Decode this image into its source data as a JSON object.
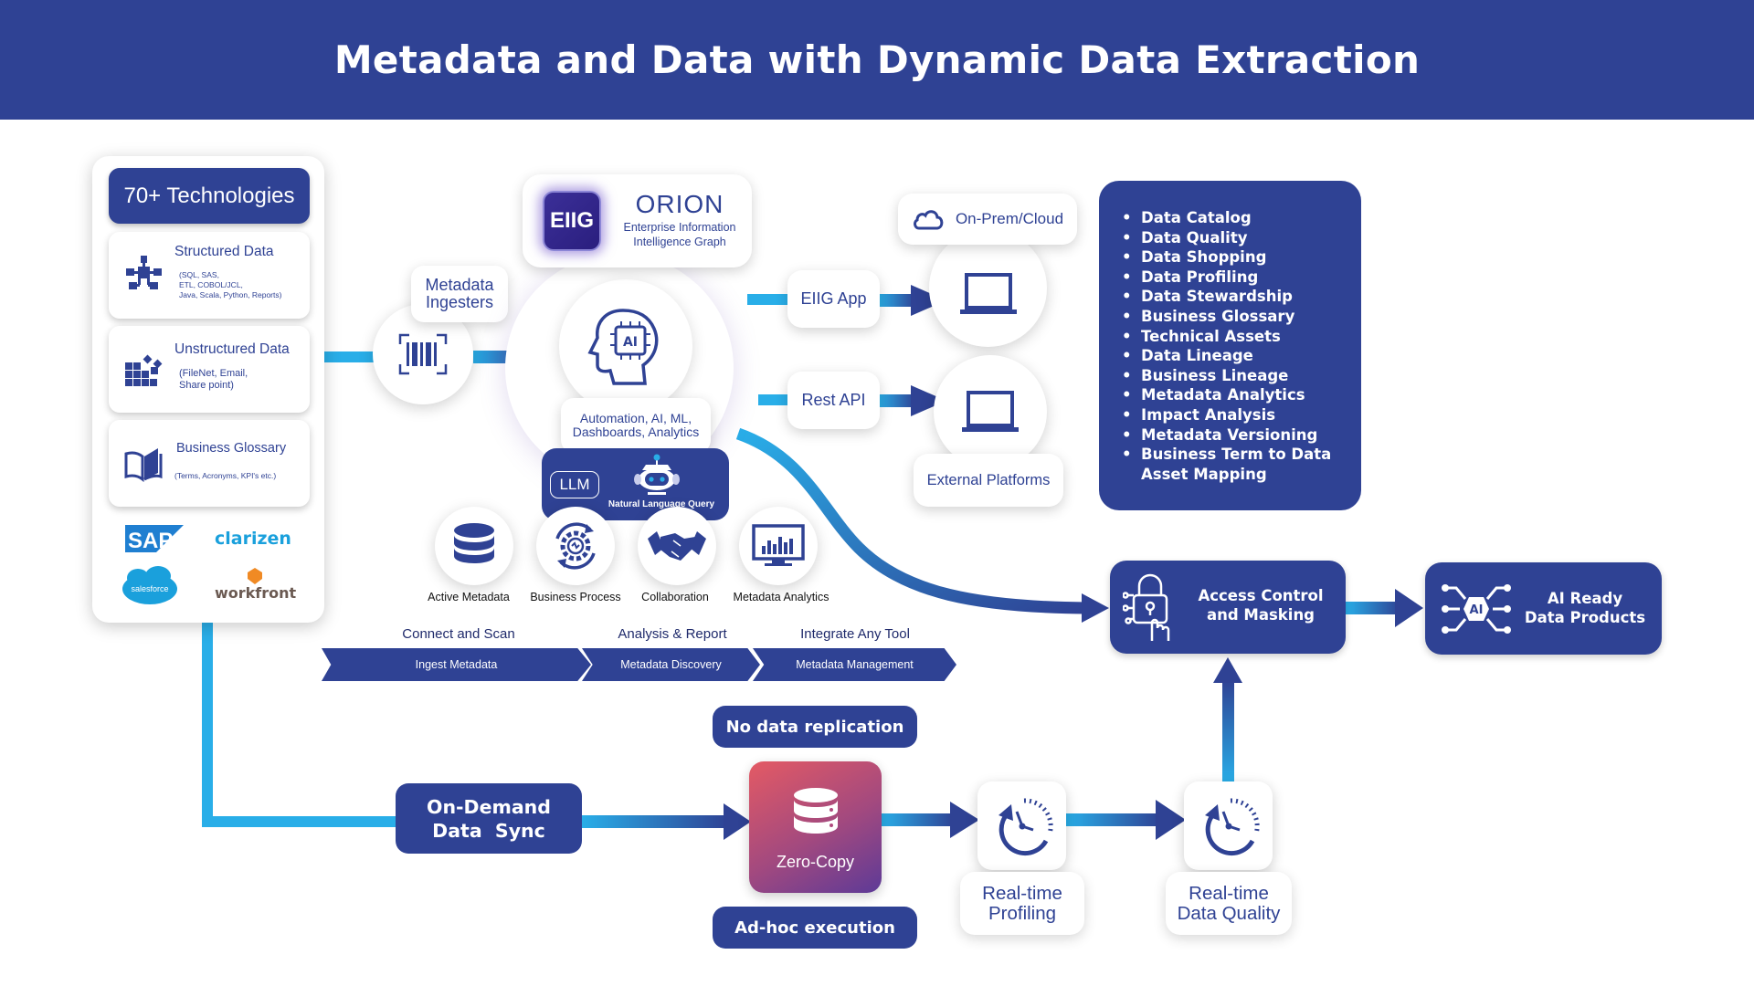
{
  "header": {
    "title": "Metadata and Data with Dynamic Data Extraction"
  },
  "colors": {
    "navy": "#2f4294",
    "cyan": "#29aee8",
    "zero_copy_start": "#e45a64",
    "zero_copy_end": "#5d3a97"
  },
  "sources": {
    "header": "70+ Technologies",
    "items": [
      {
        "title": "Structured Data",
        "subtitle": "(SQL, SAS,\nETL, COBOL/JCL,\nJava, Scala, Python, Reports)",
        "icon": "network-icon"
      },
      {
        "title": "Unstructured Data",
        "subtitle": "(FileNet, Email,\nShare point)",
        "icon": "blocks-icon"
      },
      {
        "title": "Business Glossary",
        "subtitle": "(Terms, Acronyms, KPI's etc.)",
        "icon": "book-icon"
      }
    ],
    "logos": [
      "SAP",
      "clarizen",
      "salesforce",
      "workfront"
    ]
  },
  "ingesters": {
    "label": "Metadata\nIngesters"
  },
  "orion": {
    "badge": "EIIG",
    "title": "ORION",
    "subtitle": "Enterprise Information\nIntelligence Graph"
  },
  "hub": {
    "ai_badge": "AI",
    "caption": "Automation, AI, ML,\nDashboards, Analytics",
    "llm": "LLM",
    "nlq": "Natural Language Query"
  },
  "outputs": {
    "eiig_app": "EIIG App",
    "rest_api": "Rest API",
    "on_prem": "On-Prem/Cloud",
    "external": "External Platforms"
  },
  "features": [
    "Data Catalog",
    "Data Quality",
    "Data Shopping",
    "Data Profiling",
    "Data Stewardship",
    "Business Glossary",
    "Technical Assets",
    "Data Lineage",
    "Business Lineage",
    "Metadata Analytics",
    "Impact Analysis",
    "Metadata Versioning",
    "Business Term to Data\nAsset Mapping"
  ],
  "capabilities": [
    {
      "label": "Active Metadata",
      "icon": "database-icon"
    },
    {
      "label": "Business Process",
      "icon": "gear-cycle-icon"
    },
    {
      "label": "Collaboration",
      "icon": "handshake-icon"
    },
    {
      "label": "Metadata Analytics",
      "icon": "monitor-chart-icon"
    }
  ],
  "process": [
    {
      "caption": "Connect and Scan",
      "step": "Ingest Metadata"
    },
    {
      "caption": "Analysis & Report",
      "step": "Metadata Discovery"
    },
    {
      "caption": "Integrate Any Tool",
      "step": "Metadata Management"
    }
  ],
  "extraction": {
    "no_replication": "No data replication",
    "on_demand": "On-Demand\nData  Sync",
    "zero_copy": "Zero-Copy",
    "adhoc": "Ad-hoc execution",
    "profiling": "Real-time\nProfiling",
    "data_quality": "Real-time\nData Quality"
  },
  "governance": {
    "access": "Access Control\nand Masking",
    "ai_ready": "AI Ready\nData Products",
    "ai_chip": "AI"
  }
}
